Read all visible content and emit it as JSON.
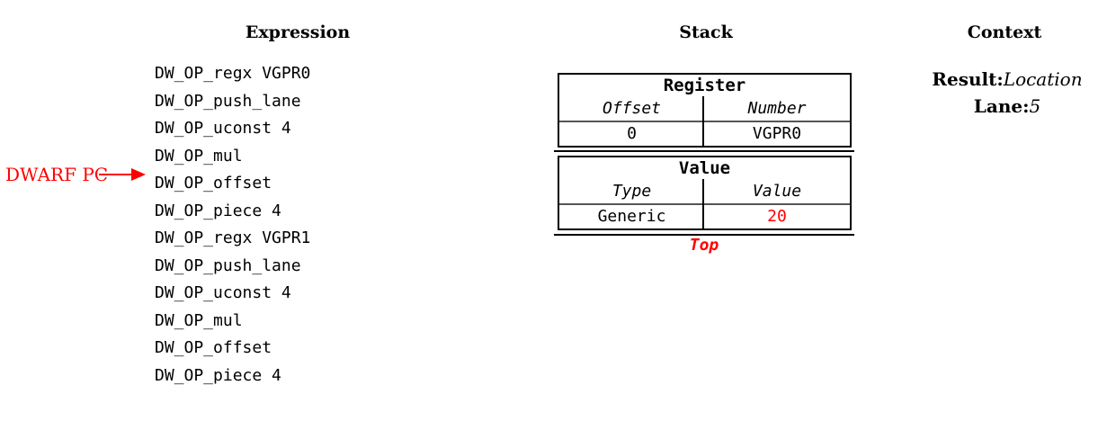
{
  "headers": {
    "expression": "Expression",
    "stack": "Stack",
    "context": "Context"
  },
  "expression": {
    "items": [
      "DW_OP_regx VGPR0",
      "DW_OP_push_lane",
      "DW_OP_uconst 4",
      "DW_OP_mul",
      "DW_OP_offset",
      "DW_OP_piece 4",
      "DW_OP_regx VGPR1",
      "DW_OP_push_lane",
      "DW_OP_uconst 4",
      "DW_OP_mul",
      "DW_OP_offset",
      "DW_OP_piece 4"
    ]
  },
  "pc_marker": {
    "label": "DWARF PC"
  },
  "stack": {
    "top_label": "Top",
    "entries": [
      {
        "title": "Register",
        "columns": [
          "Offset",
          "Number"
        ],
        "values": [
          "0",
          "VGPR0"
        ]
      },
      {
        "title": "Value",
        "columns": [
          "Type",
          "Value"
        ],
        "values": [
          "Generic",
          "20"
        ]
      }
    ]
  },
  "context": {
    "rows": [
      {
        "label": "Result:",
        "value": "Location"
      },
      {
        "label": "Lane:",
        "value": "5"
      }
    ]
  },
  "colors": {
    "accent_red": "#ff0000",
    "text": "#000000",
    "table_border": "#000000",
    "header_rule_gray": "#555555"
  }
}
